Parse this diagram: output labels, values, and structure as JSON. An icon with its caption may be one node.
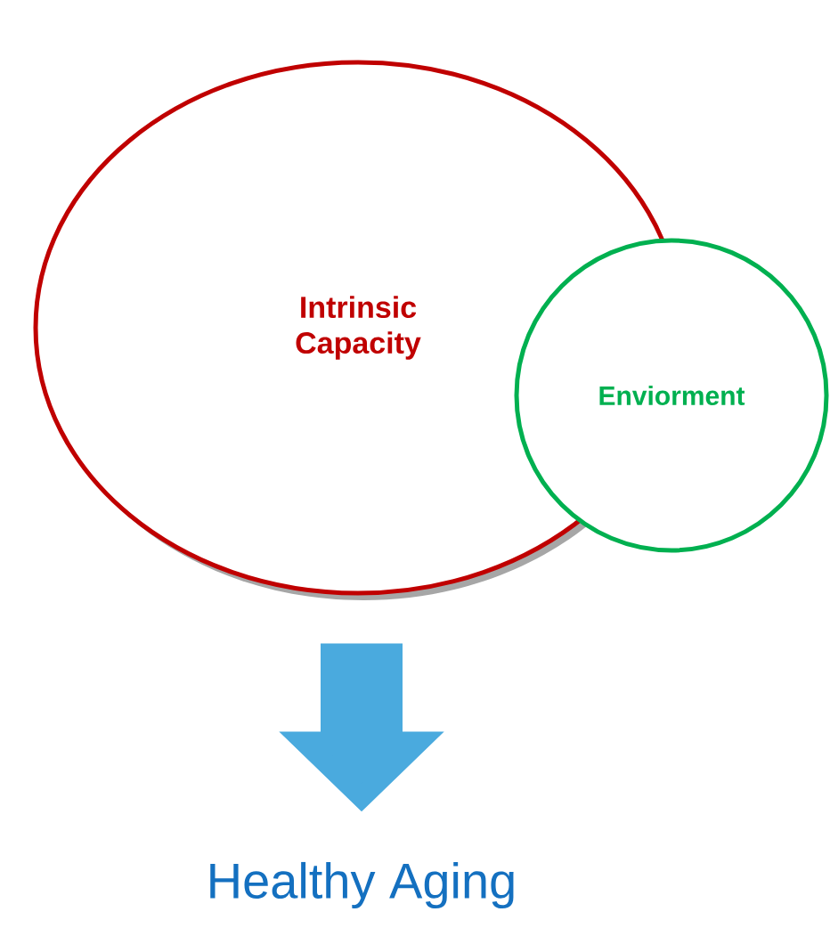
{
  "diagram": {
    "nodes": [
      {
        "text": [
          "Intrinsic Capacity"
        ]
      },
      {
        "text": [
          "Enviorment"
        ]
      },
      {
        "text": [
          "Healthy Aging"
        ]
      }
    ],
    "edges": [
      {
        "from": 0,
        "to": 2,
        "arrow": "to"
      }
    ]
  }
}
